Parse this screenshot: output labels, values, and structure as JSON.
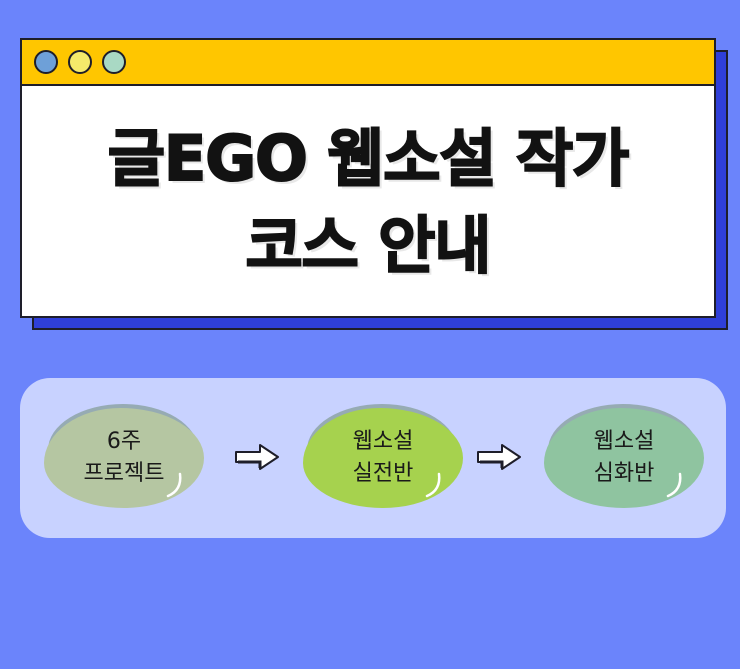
{
  "window": {
    "title_line1": "글EGO 웹소설 작가",
    "title_line2": "코스 안내",
    "dots": [
      {
        "name": "dot-blue",
        "color": "#6ea0d8"
      },
      {
        "name": "dot-yellow",
        "color": "#f5ea6a"
      },
      {
        "name": "dot-green",
        "color": "#a9d9c4"
      }
    ]
  },
  "steps": [
    {
      "line1": "6주",
      "line2": "프로젝트",
      "color": "#b5c6a2"
    },
    {
      "line1": "웹소설",
      "line2": "실전반",
      "color": "#a6d24e"
    },
    {
      "line1": "웹소설",
      "line2": "심화반",
      "color": "#8fc4a0"
    }
  ],
  "icons": {
    "arrow": "right-arrow-icon",
    "shine": "shine-curve-icon"
  },
  "colors": {
    "background": "#6b84fb",
    "titlebar": "#ffc600",
    "shadow": "#2f3fd9",
    "panel": "#c8d2ff"
  }
}
